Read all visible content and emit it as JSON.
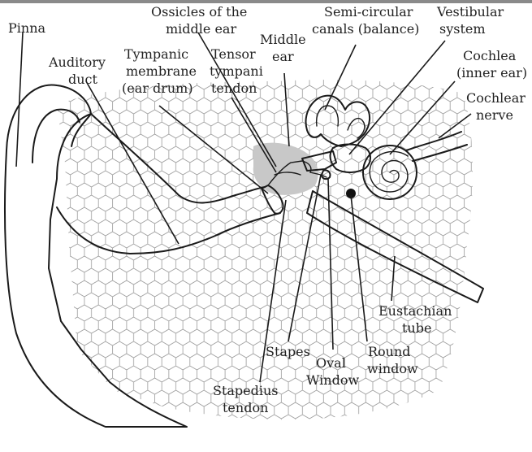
{
  "labels": {
    "pinna": "Pinna",
    "auditory_duct": [
      "Auditory",
      "duct"
    ],
    "tympanic_membrane": [
      "Tympanic",
      "membrane",
      "(ear drum)"
    ],
    "ossicles": [
      "Ossicles of the",
      "middle ear"
    ],
    "tensor_tympani": [
      "Tensor",
      "tympani",
      "tendon"
    ],
    "middle_ear": [
      "Middle",
      "ear"
    ],
    "semicircular_canals": [
      "Semi-circular",
      "canals (balance)"
    ],
    "vestibular_system": [
      "Vestibular",
      "system"
    ],
    "cochlea": [
      "Cochlea",
      "(inner ear)"
    ],
    "cochlear_nerve": [
      "Cochlear",
      "nerve"
    ],
    "eustachian_tube": [
      "Eustachian",
      "tube"
    ],
    "round_window": [
      "Round",
      "window"
    ],
    "oval_window": [
      "Oval",
      "Window"
    ],
    "stapes": "Stapes",
    "stapedius_tendon": [
      "Stapedius",
      "tendon"
    ]
  },
  "colors": {
    "outline": "#1a1a1a",
    "hex_fill": "#9a9a9a",
    "middle_ear_shade": "#c8c8c8",
    "top_bar": "#8a8a8a"
  }
}
